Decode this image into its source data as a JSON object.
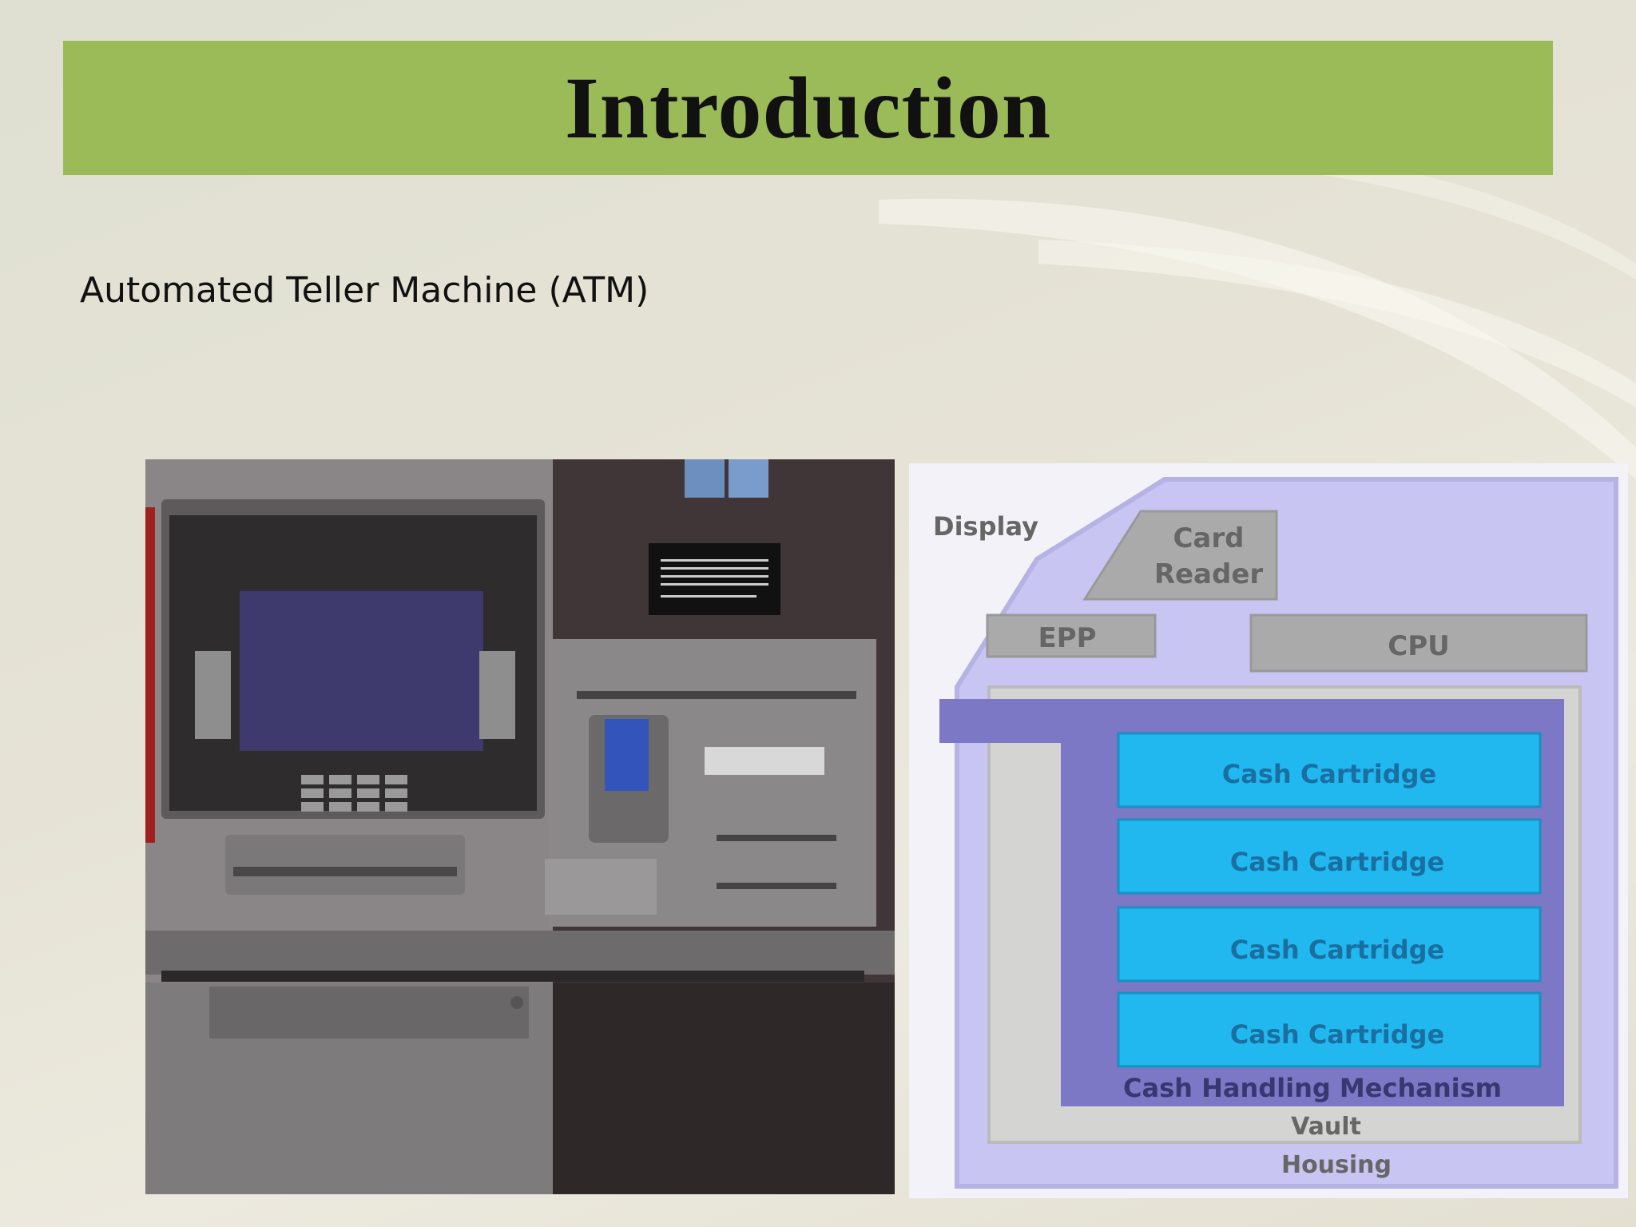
{
  "slide": {
    "title": "Introduction",
    "subtitle": "Automated Teller Machine (ATM)"
  },
  "diagram": {
    "display_label": "Display",
    "card_reader_label_1": "Card",
    "card_reader_label_2": "Reader",
    "epp_label": "EPP",
    "cpu_label": "CPU",
    "cartridges": [
      "Cash Cartridge",
      "Cash Cartridge",
      "Cash Cartridge",
      "Cash Cartridge"
    ],
    "cash_handling_label": "Cash Handling Mechanism",
    "vault_label": "Vault",
    "housing_label": "Housing"
  },
  "colors": {
    "title_bar": "#9bbb59",
    "housing": "#c8c5f2",
    "cartridge": "#21b8f0",
    "cash_handling": "#7c78c6",
    "vault": "#d4d4d2"
  }
}
